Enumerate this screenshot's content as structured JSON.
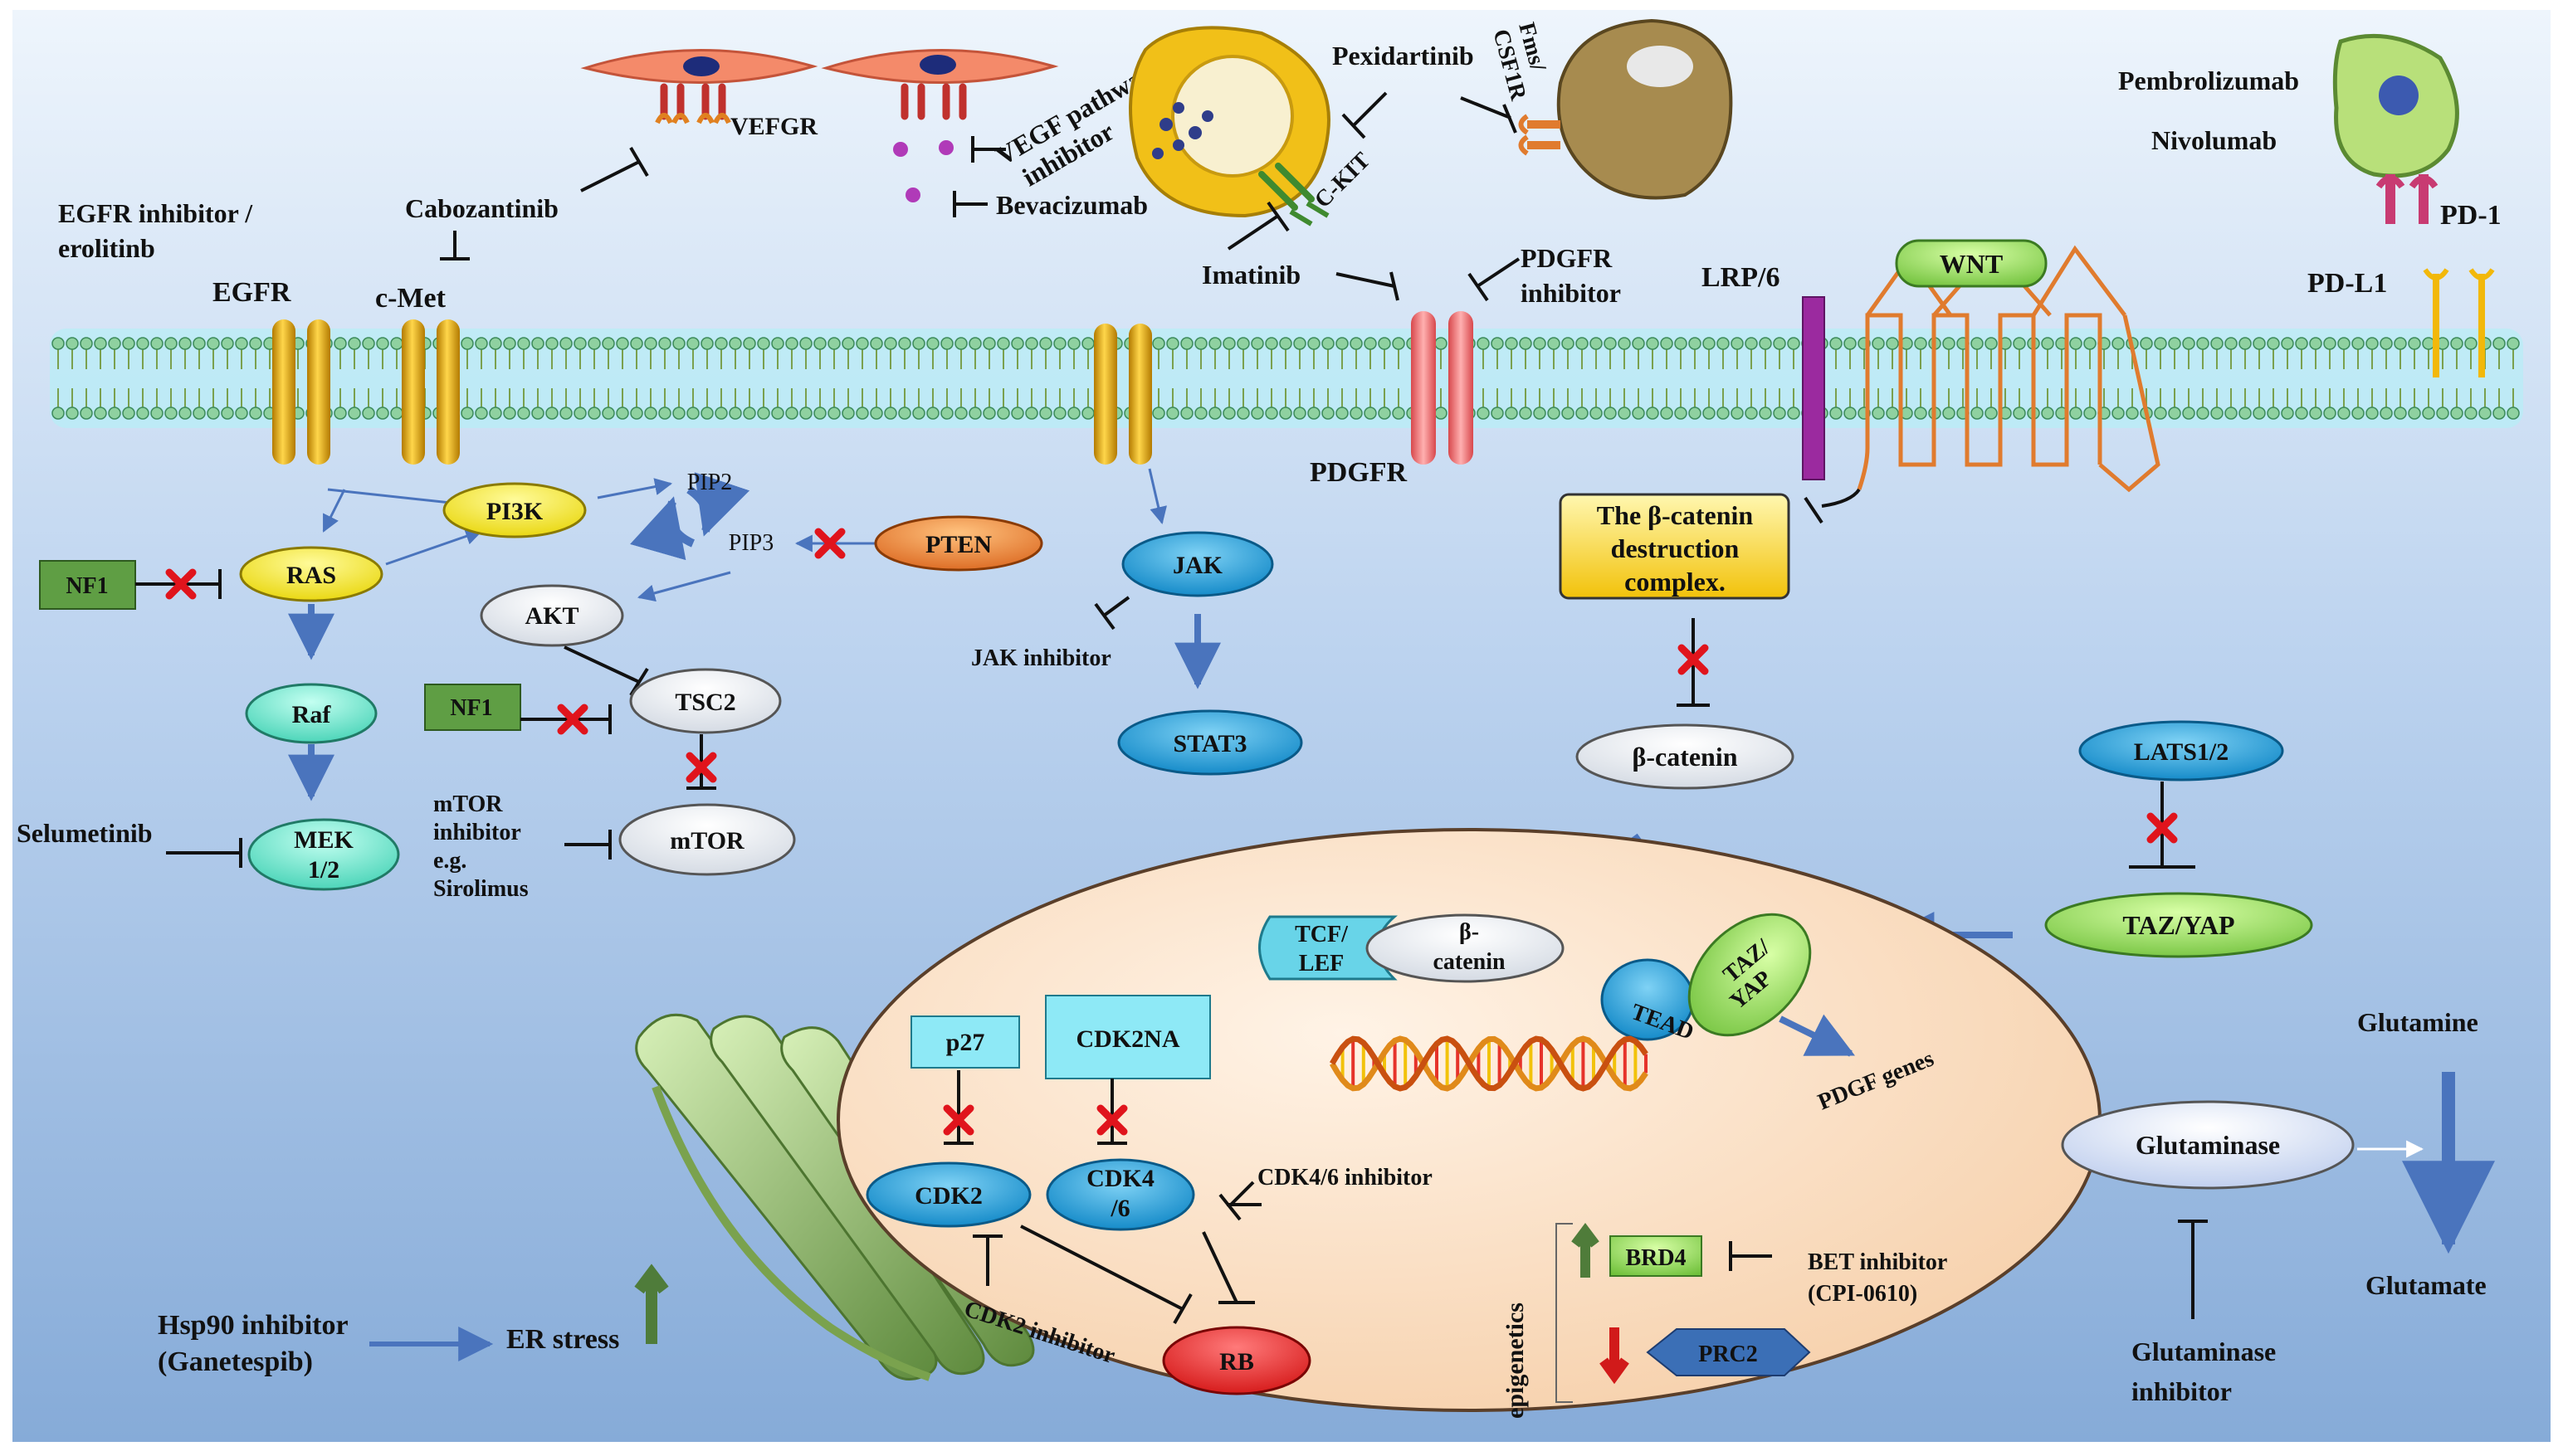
{
  "labels": {
    "vefgr": "VEFGR",
    "vegf_pathway_inhibitor_1": "VEGF pathway",
    "vegf_pathway_inhibitor_2": "inhibitor",
    "bevacizumab": "Bevacizumab",
    "cabozantinib": "Cabozantinib",
    "pexidartinib": "Pexidartinib",
    "fms_csf1r_1": "Fms/",
    "fms_csf1r_2": "CSF1R",
    "ckit": "C-KIT",
    "imatinib": "Imatinib",
    "pdgfr_inhibitor_1": "PDGFR",
    "pdgfr_inhibitor_2": "inhibitor",
    "pembrolizumab": "Pembrolizumab",
    "nivolumab": "Nivolumab",
    "pd1": "PD-1",
    "pdl1": "PD-L1",
    "egfr_inhibitor_1": "EGFR inhibitor /",
    "egfr_inhibitor_2": "erolitinb",
    "egfr": "EGFR",
    "cmet": "c-Met",
    "lrp6": "LRP/6",
    "wnt": "WNT",
    "pdgfr": "PDGFR",
    "pi3k": "PI3K",
    "pip2": "PIP2",
    "pip3": "PIP3",
    "pten": "PTEN",
    "nf1_a": "NF1",
    "ras": "RAS",
    "akt": "AKT",
    "nf1_b": "NF1",
    "tsc2": "TSC2",
    "raf": "Raf",
    "mtor_inhibitor_1": "mTOR",
    "mtor_inhibitor_2": "inhibitor",
    "mtor_inhibitor_3": "e.g.",
    "mtor_inhibitor_4": "Sirolimus",
    "mtor": "mTOR",
    "selumetinib": "Selumetinib",
    "mek_1": "MEK",
    "mek_2": "1/2",
    "jak": "JAK",
    "jak_inhibitor": "JAK inhibitor",
    "stat3": "STAT3",
    "destruction_1": "The β-catenin",
    "destruction_2": "destruction",
    "destruction_3": "complex.",
    "beta_catenin": "β-catenin",
    "lats": "LATS1/2",
    "tazyap": "TAZ/YAP",
    "tcf_1": "TCF/",
    "tcf_2": "LEF",
    "bcat_nuc_1": "β-",
    "bcat_nuc_2": "catenin",
    "tead": "TEAD",
    "taz_yap_nuc_1": "TAZ/",
    "taz_yap_nuc_2": "YAP",
    "pdgf_genes": "PDGF genes",
    "p27": "p27",
    "cdk2na": "CDK2NA",
    "cdk2": "CDK2",
    "cdk46_1": "CDK4",
    "cdk46_2": "/6",
    "cdk46_inhibitor": "CDK4/6 inhibitor",
    "cdk2_inhibitor": "CDK2 inhibitor",
    "rb": "RB",
    "epigenetics": "epigenetics",
    "brd4": "BRD4",
    "prc2": "PRC2",
    "bet_1": "BET inhibitor",
    "bet_2": "(CPI-0610)",
    "glutamine": "Glutamine",
    "glutaminase": "Glutaminase",
    "glutamate": "Glutamate",
    "glutaminase_inhibitor_1": "Glutaminase",
    "glutaminase_inhibitor_2": "inhibitor",
    "hsp90_1": "Hsp90 inhibitor",
    "hsp90_2": "(Ganetespib)",
    "er_stress": "ER stress"
  },
  "colors": {
    "background_top": "#e9f2fb",
    "background_bottom": "#7fa6d6",
    "membrane": "#2ab0c7",
    "receptor_gold": "#f2b80a",
    "pdgfr_red": "#f0787a",
    "lrp6_purple": "#9b2a9f",
    "frizzled_orange": "#e07b2e",
    "jak_blue": "#1a99d6",
    "ras_yellow": "#f7ea2a",
    "raf_teal": "#62e2c8",
    "nf1_green": "#5f9e44",
    "pten_orange": "#e67a28",
    "wnt_green": "#7ec55a",
    "nucleus": "#fbe2cb",
    "rb_red": "#e11b1b",
    "prc2_blue": "#3b6fb6",
    "block_red": "#e0141c",
    "arrow_blue": "#4a74bd"
  }
}
